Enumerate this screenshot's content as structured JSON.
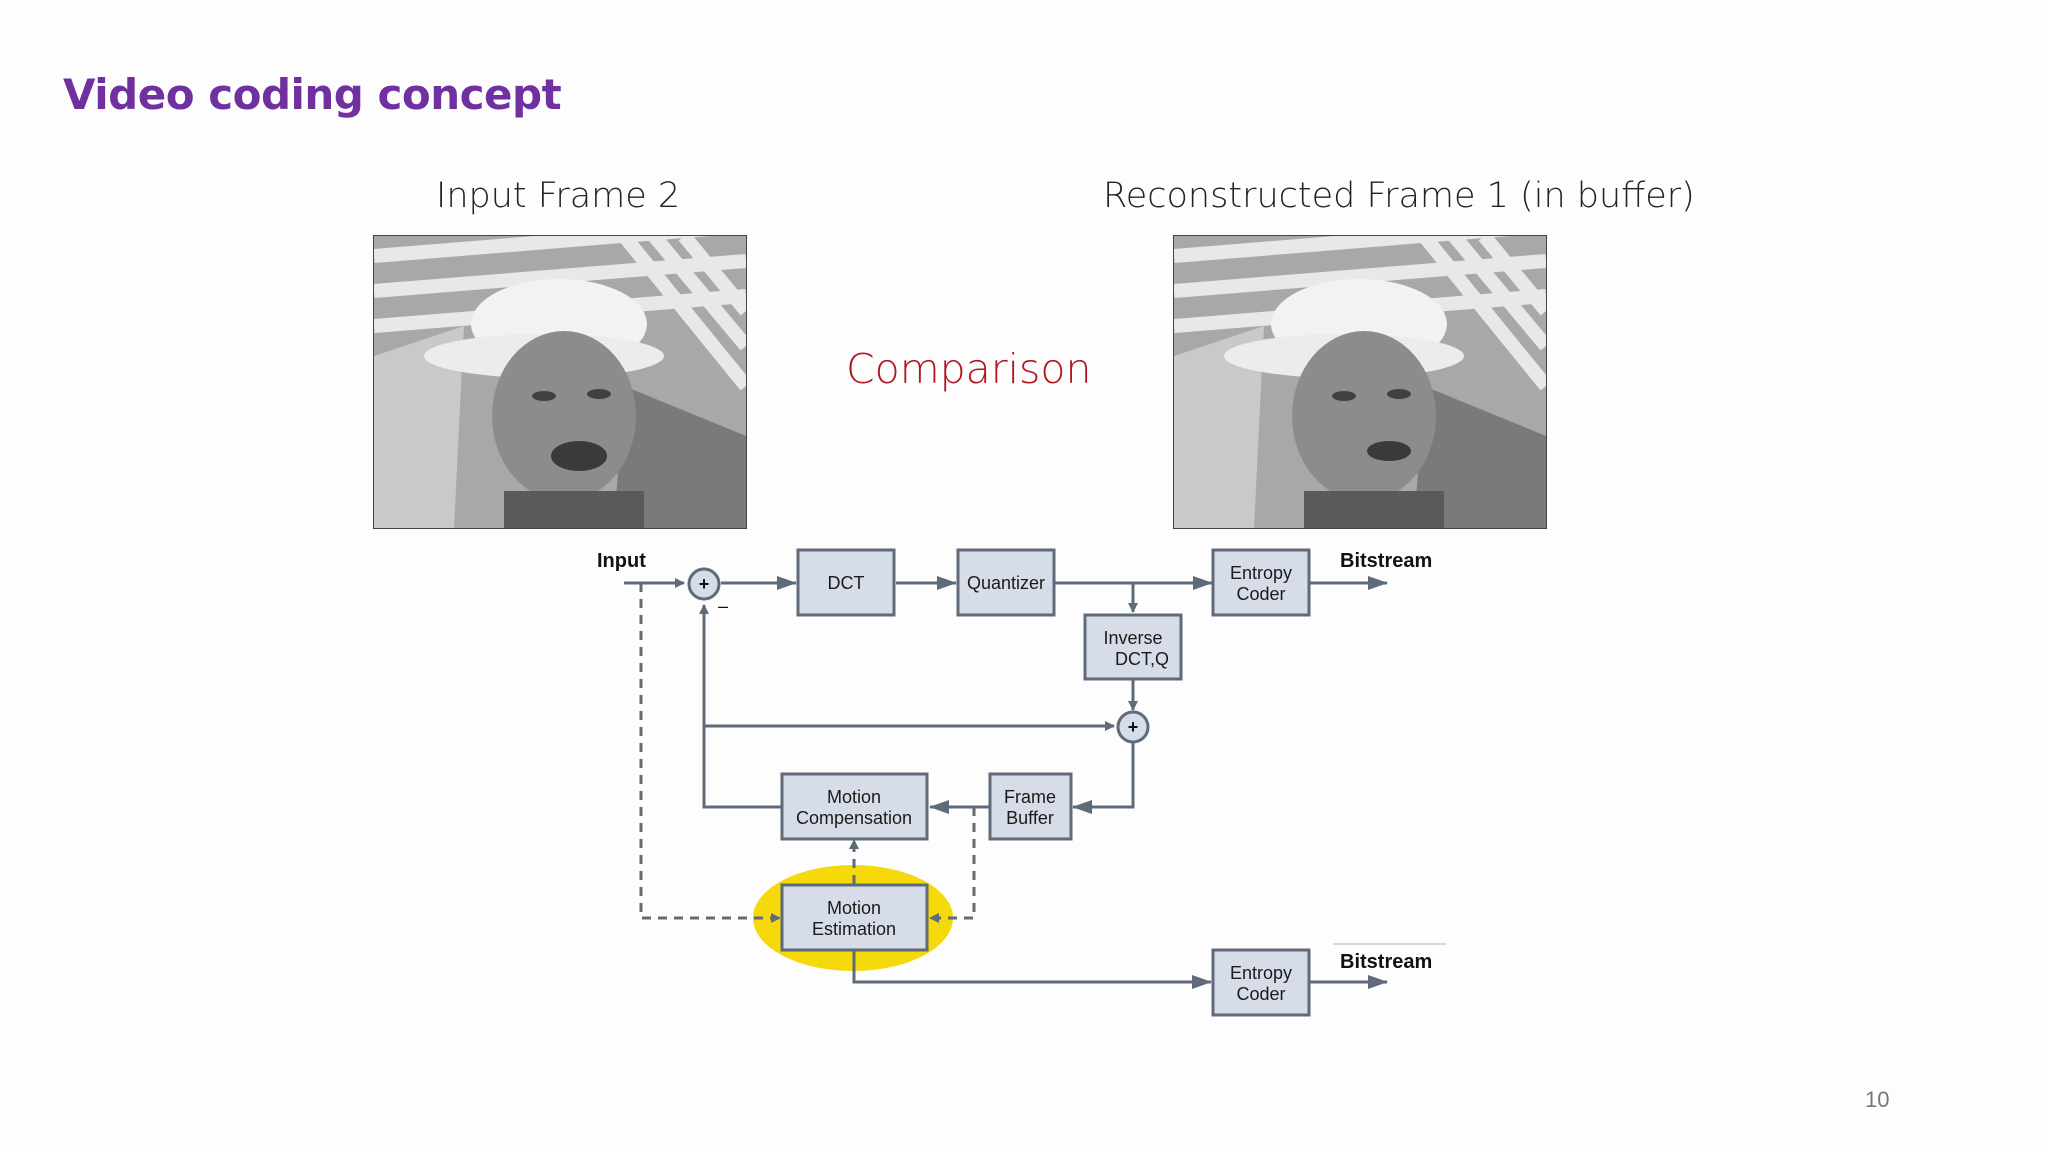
{
  "slide": {
    "title": "Video coding concept",
    "page_number": "10"
  },
  "captions": {
    "left": "Input Frame 2",
    "right": "Reconstructed Frame 1 (in buffer)",
    "center": "Comparison"
  },
  "diagram": {
    "input_label": "Input",
    "minus_sign": "–",
    "plus_sign": "+",
    "blocks": {
      "dct": "DCT",
      "quantizer": "Quantizer",
      "entropy_coder_top": [
        "Entropy",
        "Coder"
      ],
      "inverse_dct": [
        "Inverse",
        "DCT,Q"
      ],
      "motion_compensation": [
        "Motion",
        "Compensation"
      ],
      "frame_buffer": [
        "Frame",
        "Buffer"
      ],
      "motion_estimation": [
        "Motion",
        "Estimation"
      ],
      "entropy_coder_bottom": [
        "Entropy",
        "Coder"
      ]
    },
    "bitstream_top": "Bitstream",
    "bitstream_bottom": "Bitstream",
    "highlight_color": "#f5d90a",
    "block_color": "#d6dde8"
  }
}
